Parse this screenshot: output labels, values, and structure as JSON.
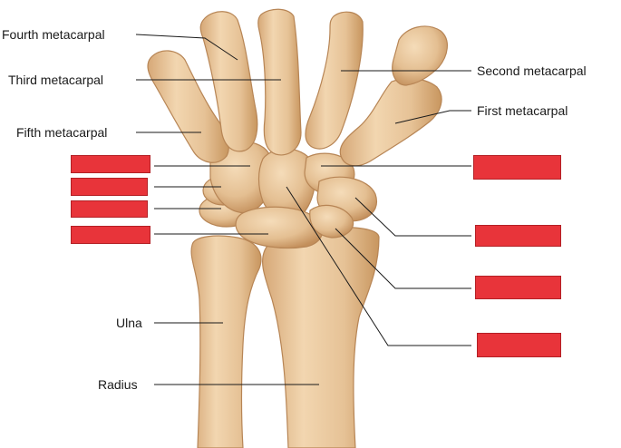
{
  "labels": {
    "fourth_metacarpal": "Fourth metacarpal",
    "third_metacarpal": "Third metacarpal",
    "fifth_metacarpal": "Fifth metacarpal",
    "second_metacarpal": "Second metacarpal",
    "first_metacarpal": "First metacarpal",
    "ulna": "Ulna",
    "radius": "Radius"
  },
  "hidden_label_count": 8,
  "colors": {
    "bone_fill": "#e9c9a0",
    "bone_shadow": "#c99a68",
    "bone_outline": "#b78555",
    "label_box": "#e8343a",
    "leader_line": "#1a1a1a"
  }
}
